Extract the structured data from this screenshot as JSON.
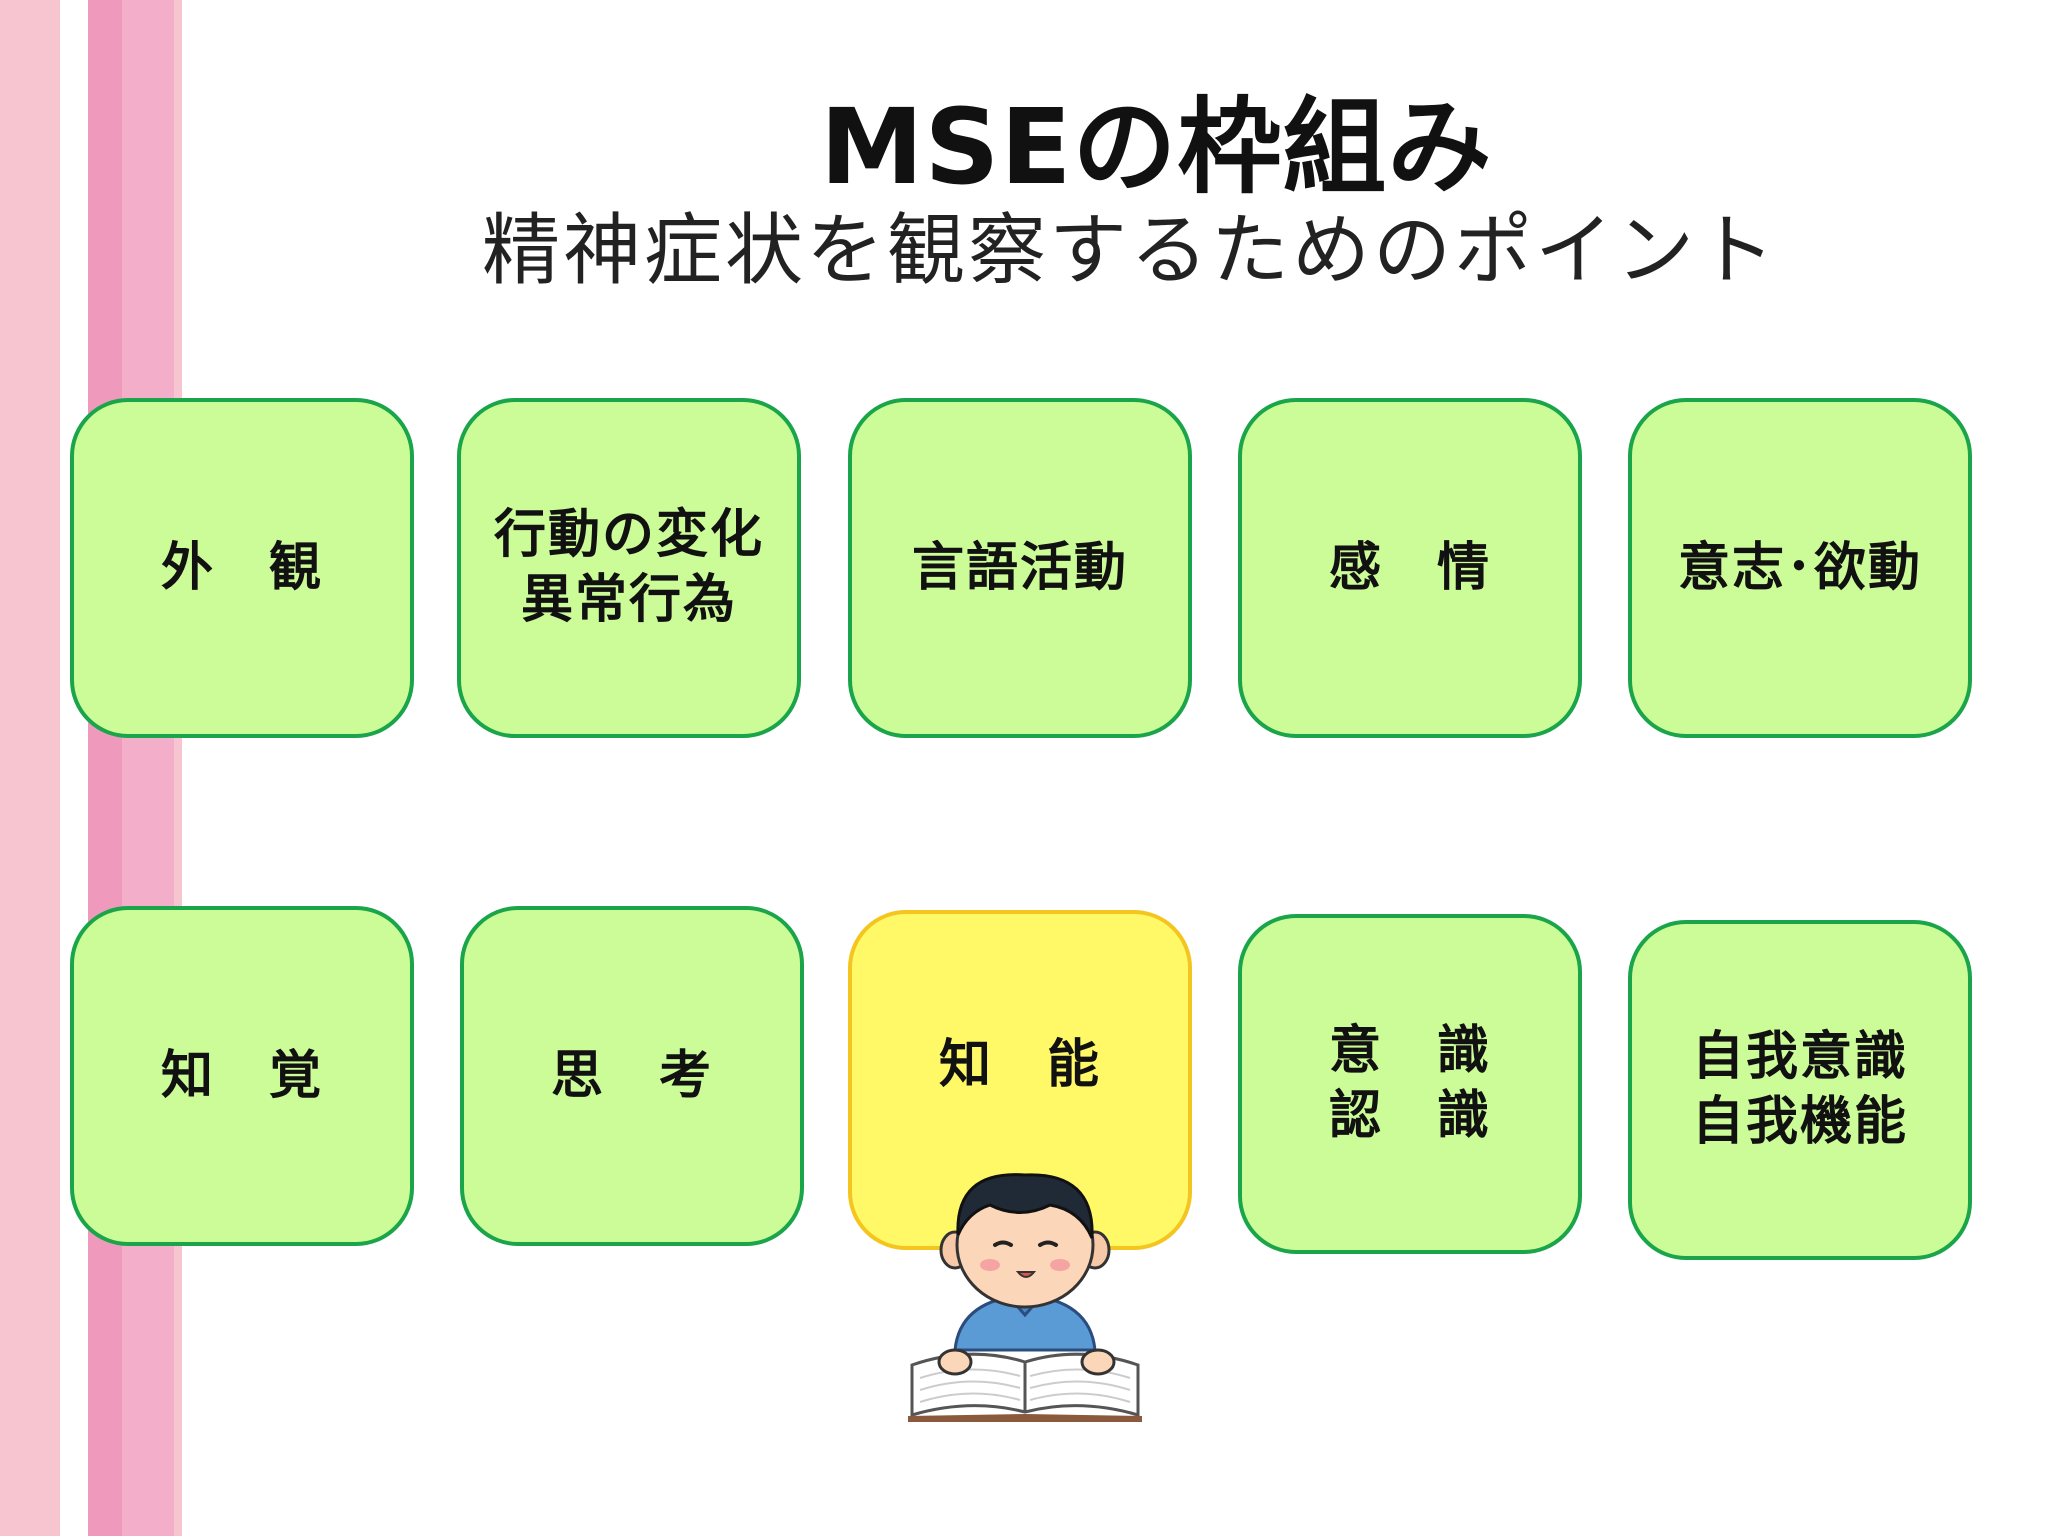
{
  "title": "MSEの枠組み",
  "subtitle": "精神症状を観察するためのポイント",
  "colors": {
    "card_fill": "#ccfc98",
    "card_border": "#1aa54a",
    "highlight_fill": "#fff968",
    "highlight_border": "#f3c51e",
    "stripe_pink_light": "#f7c5cf",
    "stripe_pink_dark": "#ef9abd"
  },
  "cards": [
    {
      "label": "外　観"
    },
    {
      "label": "行動の変化\n異常行為"
    },
    {
      "label": "言語活動"
    },
    {
      "label": "感　情"
    },
    {
      "label": "意志･欲動"
    },
    {
      "label": "知　覚"
    },
    {
      "label": "思　考"
    },
    {
      "label": "知　能",
      "highlighted": true
    },
    {
      "label": "意　識\n認　識"
    },
    {
      "label": "自我意識\n自我機能"
    }
  ],
  "illustration": {
    "icon": "boy-reading-book-icon"
  }
}
